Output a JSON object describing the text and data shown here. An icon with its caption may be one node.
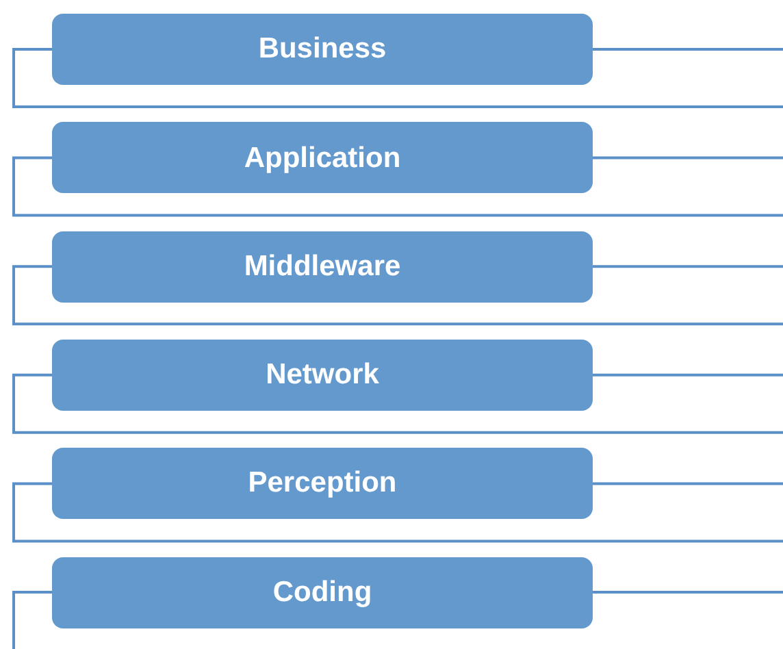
{
  "diagram": {
    "nodes": [
      {
        "text": [
          "Business"
        ]
      },
      {
        "text": [
          "Application"
        ]
      },
      {
        "text": [
          "Middleware"
        ]
      },
      {
        "text": [
          "Network"
        ]
      },
      {
        "text": [
          "Perception"
        ]
      },
      {
        "text": [
          "Coding"
        ]
      }
    ]
  }
}
